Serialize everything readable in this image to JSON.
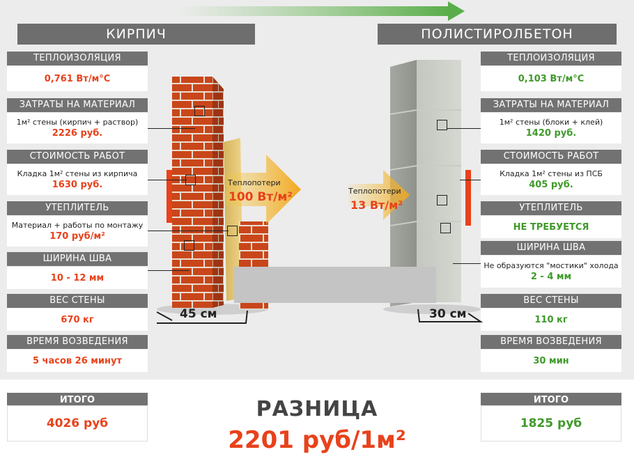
{
  "left": {
    "title": "КИРПИЧ",
    "thermal_label": "ТЕПЛОИЗОЛЯЦИЯ",
    "thermal_value": "0,761 Вт/м°С",
    "material_label": "ЗАТРАТЫ НА МАТЕРИАЛ",
    "material_desc": "1м² стены (кирпич + раствор)",
    "material_value": "2226 руб.",
    "work_label": "СТОИМОСТЬ РАБОТ",
    "work_desc": "Кладка 1м² стены из кирпича",
    "work_value": "1630 руб.",
    "insul_label": "УТЕПЛИТЕЛЬ",
    "insul_desc": "Материал + работы по монтажу",
    "insul_value": "170 руб/м²",
    "seam_label": "ШИРИНА ШВА",
    "seam_value": "10 - 12 мм",
    "weight_label": "ВЕС СТЕНЫ",
    "weight_value": "670 кг",
    "time_label": "ВРЕМЯ ВОЗВЕДЕНИЯ",
    "time_value": "5 часов 26 минут",
    "total_label": "ИТОГО",
    "total_value": "4026 руб",
    "heatloss_label": "Теплопотери",
    "heatloss_value": "100 Вт/м²",
    "thickness": "45 см"
  },
  "right": {
    "title": "ПОЛИСТИРОЛБЕТОН",
    "thermal_label": "ТЕПЛОИЗОЛЯЦИЯ",
    "thermal_value": "0,103 Вт/м°С",
    "material_label": "ЗАТРАТЫ НА МАТЕРИАЛ",
    "material_desc": "1м² стены (блоки + клей)",
    "material_value": "1420 руб.",
    "work_label": "СТОИМОСТЬ РАБОТ",
    "work_desc": "Кладка 1м² стены из ПСБ",
    "work_value": "405 руб.",
    "insul_label": "УТЕПЛИТЕЛЬ",
    "insul_value": "НЕ ТРЕБУЕТСЯ",
    "seam_label": "ШИРИНА ШВА",
    "seam_desc": "Не образуются \"мостики\" холода",
    "seam_value": "2 - 4 мм",
    "weight_label": "ВЕС СТЕНЫ",
    "weight_value": "110 кг",
    "time_label": "ВРЕМЯ ВОЗВЕДЕНИЯ",
    "time_value": "30 мин",
    "total_label": "ИТОГО",
    "total_value": "1825 руб",
    "heatloss_label": "Теплопотери",
    "heatloss_value": "13 Вт/м²",
    "thickness": "30 см"
  },
  "difference": {
    "label": "РАЗНИЦА",
    "value": "2201 руб/1м²"
  },
  "colors": {
    "accent_red": "#e8421b",
    "accent_green": "#3f9a2a",
    "label_gray": "#727272"
  }
}
